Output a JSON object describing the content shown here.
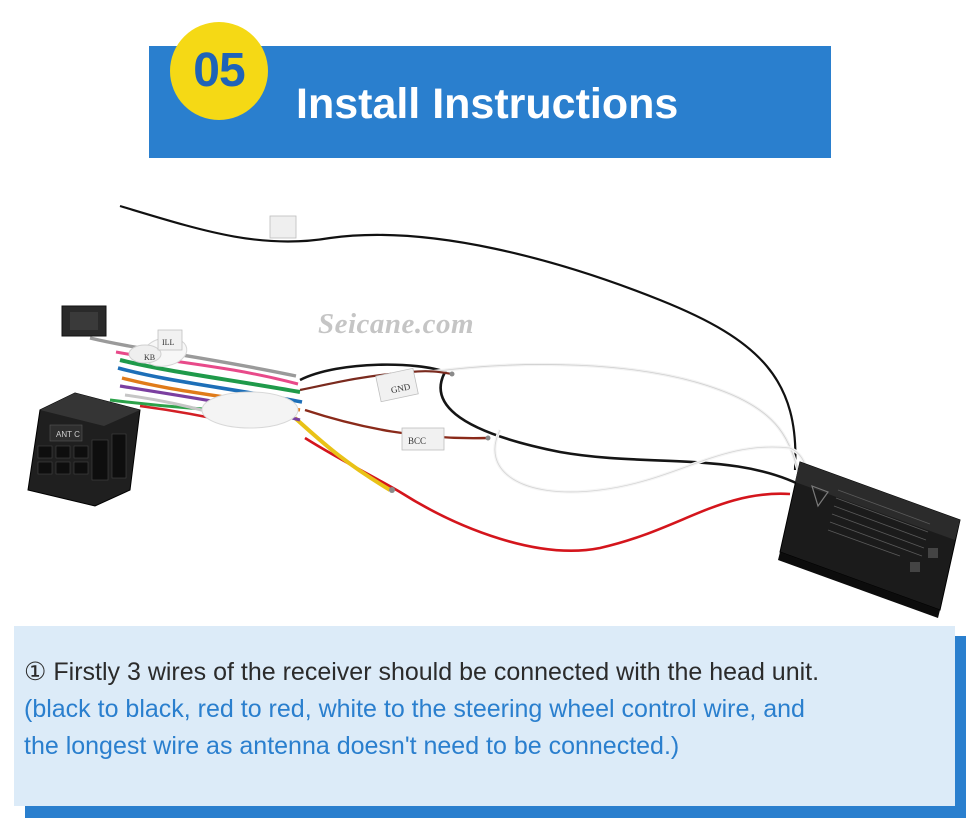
{
  "header": {
    "step_number": "05",
    "title": "Install Instructions"
  },
  "photo": {
    "watermark": "Seicane.com",
    "labels": {
      "connector": "ANT C",
      "gnd": "GND",
      "label_ill": "ILL",
      "label_kb": "KB",
      "label_bcc": "BCC"
    }
  },
  "instructions": {
    "marker": "①",
    "main_text": "Firstly 3 wires of the receiver should be connected with the head unit.",
    "note_line_1": "(black to black, red to red, white to the steering wheel control wire, and",
    "note_line_2": "the longest wire as antenna doesn't need to be connected.)"
  },
  "colors": {
    "brand_blue": "#2a7fce",
    "badge_yellow": "#f5d915",
    "badge_text": "#1f63b8",
    "panel_bg": "#dcebf8"
  }
}
